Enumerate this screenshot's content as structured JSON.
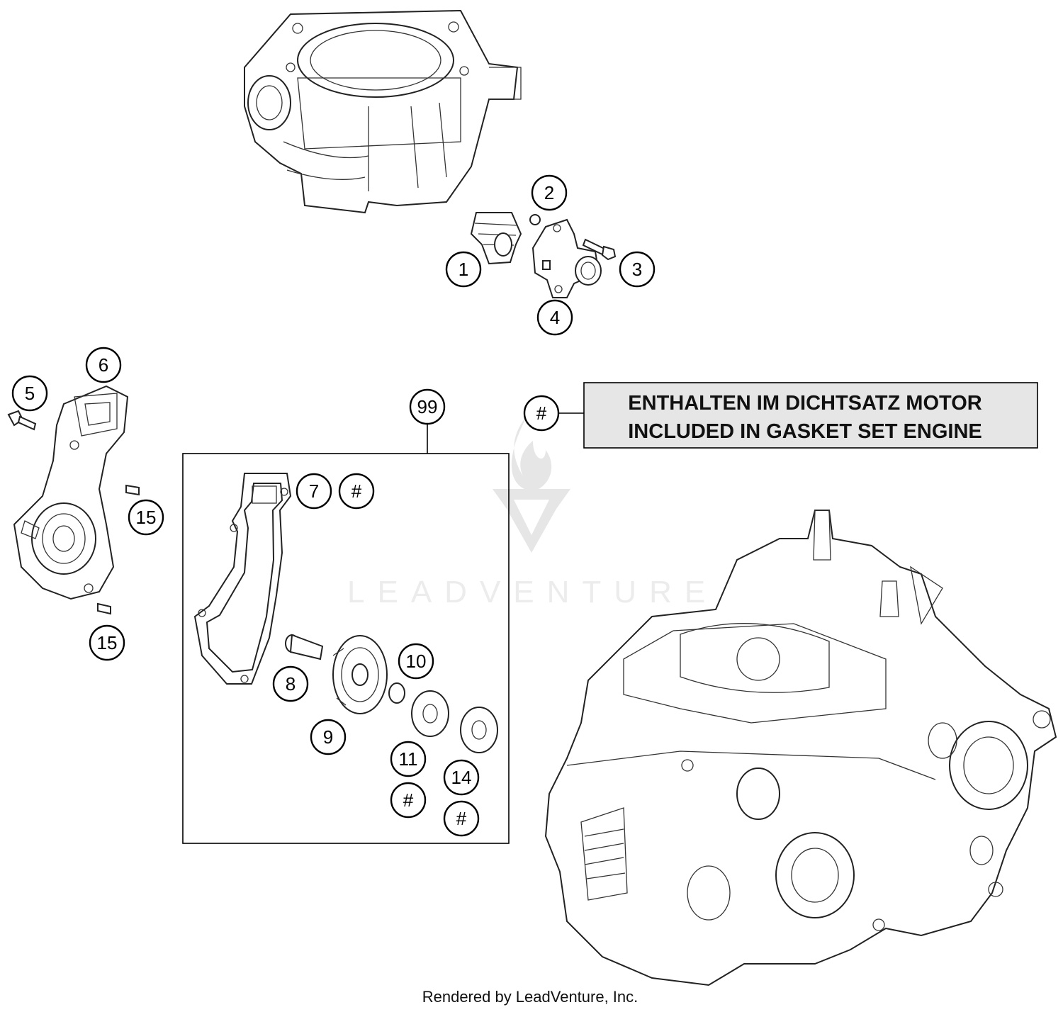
{
  "watermark": {
    "text": "LEADVENTURE"
  },
  "note": {
    "marker": "#",
    "line1": "ENTHALTEN IM DICHTSATZ MOTOR",
    "line2": "INCLUDED IN GASKET SET ENGINE",
    "background": "#e6e6e6"
  },
  "kit": {
    "label": "99"
  },
  "callouts": {
    "c1": "1",
    "c2": "2",
    "c3": "3",
    "c4": "4",
    "c5": "5",
    "c6": "6",
    "c7": "7",
    "c7_mark": "#",
    "c8": "8",
    "c9": "9",
    "c10": "10",
    "c11": "11",
    "c11_mark": "#",
    "c14": "14",
    "c14_mark": "#",
    "c15a": "15",
    "c15b": "15"
  },
  "footer": {
    "text": "Rendered by LeadVenture, Inc."
  }
}
